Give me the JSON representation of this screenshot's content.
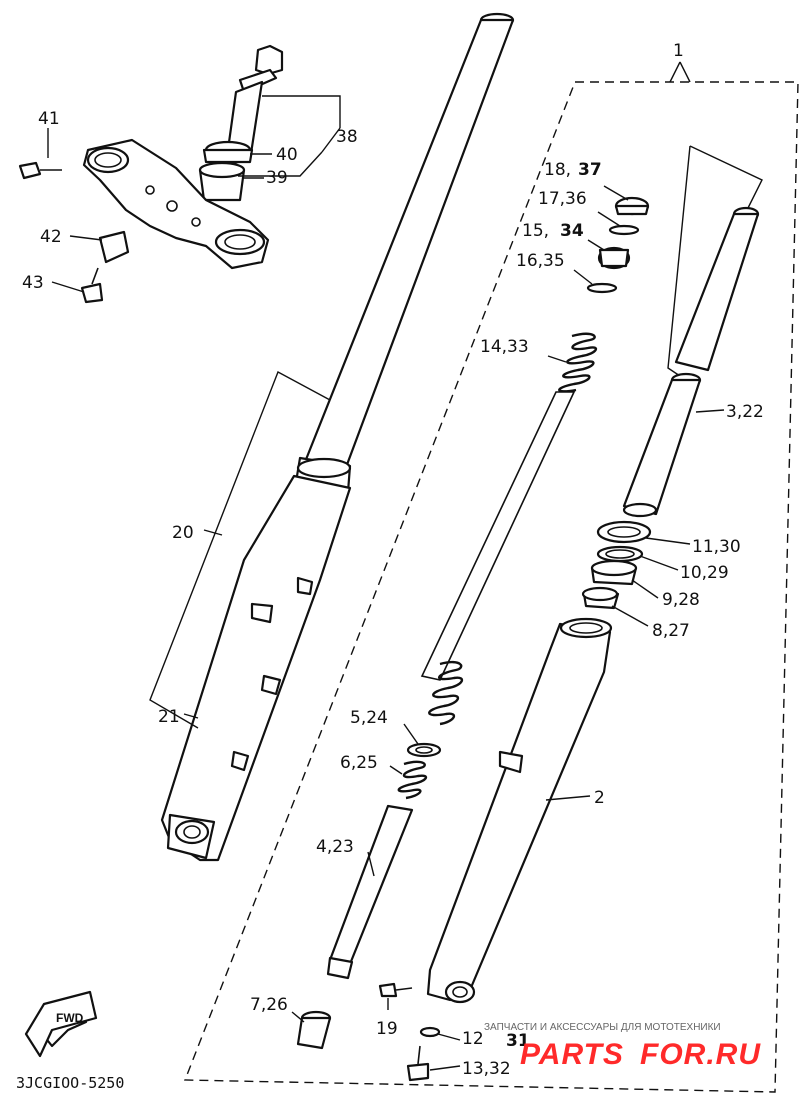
{
  "diagram": {
    "code": "3JCGIOO-5250",
    "fwd_label": "FWD",
    "labels": {
      "p1": "1",
      "p2": "2",
      "p3": "3,22",
      "p4": "4,23",
      "p5": "5,24",
      "p6": "6,25",
      "p7": "7,26",
      "p8": "8,27",
      "p9": "9,28",
      "p10": "10,29",
      "p11": "11,30",
      "p12": "12",
      "p12b": "31",
      "p13": "13,32",
      "p14": "14,33",
      "p15": "15,",
      "p15b": "34",
      "p16": "16,35",
      "p17": "17,36",
      "p18": "18,",
      "p18b": "37",
      "p19": "19",
      "p20": "20",
      "p21": "21",
      "p38": "38",
      "p39": "39",
      "p40": "40",
      "p41": "41",
      "p42": "42",
      "p43": "43"
    }
  },
  "watermark": {
    "caption": "ЗАПЧАСТИ И АКСЕССУАРЫ ДЛЯ МОТОТЕХНИКИ",
    "brand_a": "PARTS",
    "brand_b": "FOR.RU",
    "brand_color": "#ff2a2a"
  }
}
